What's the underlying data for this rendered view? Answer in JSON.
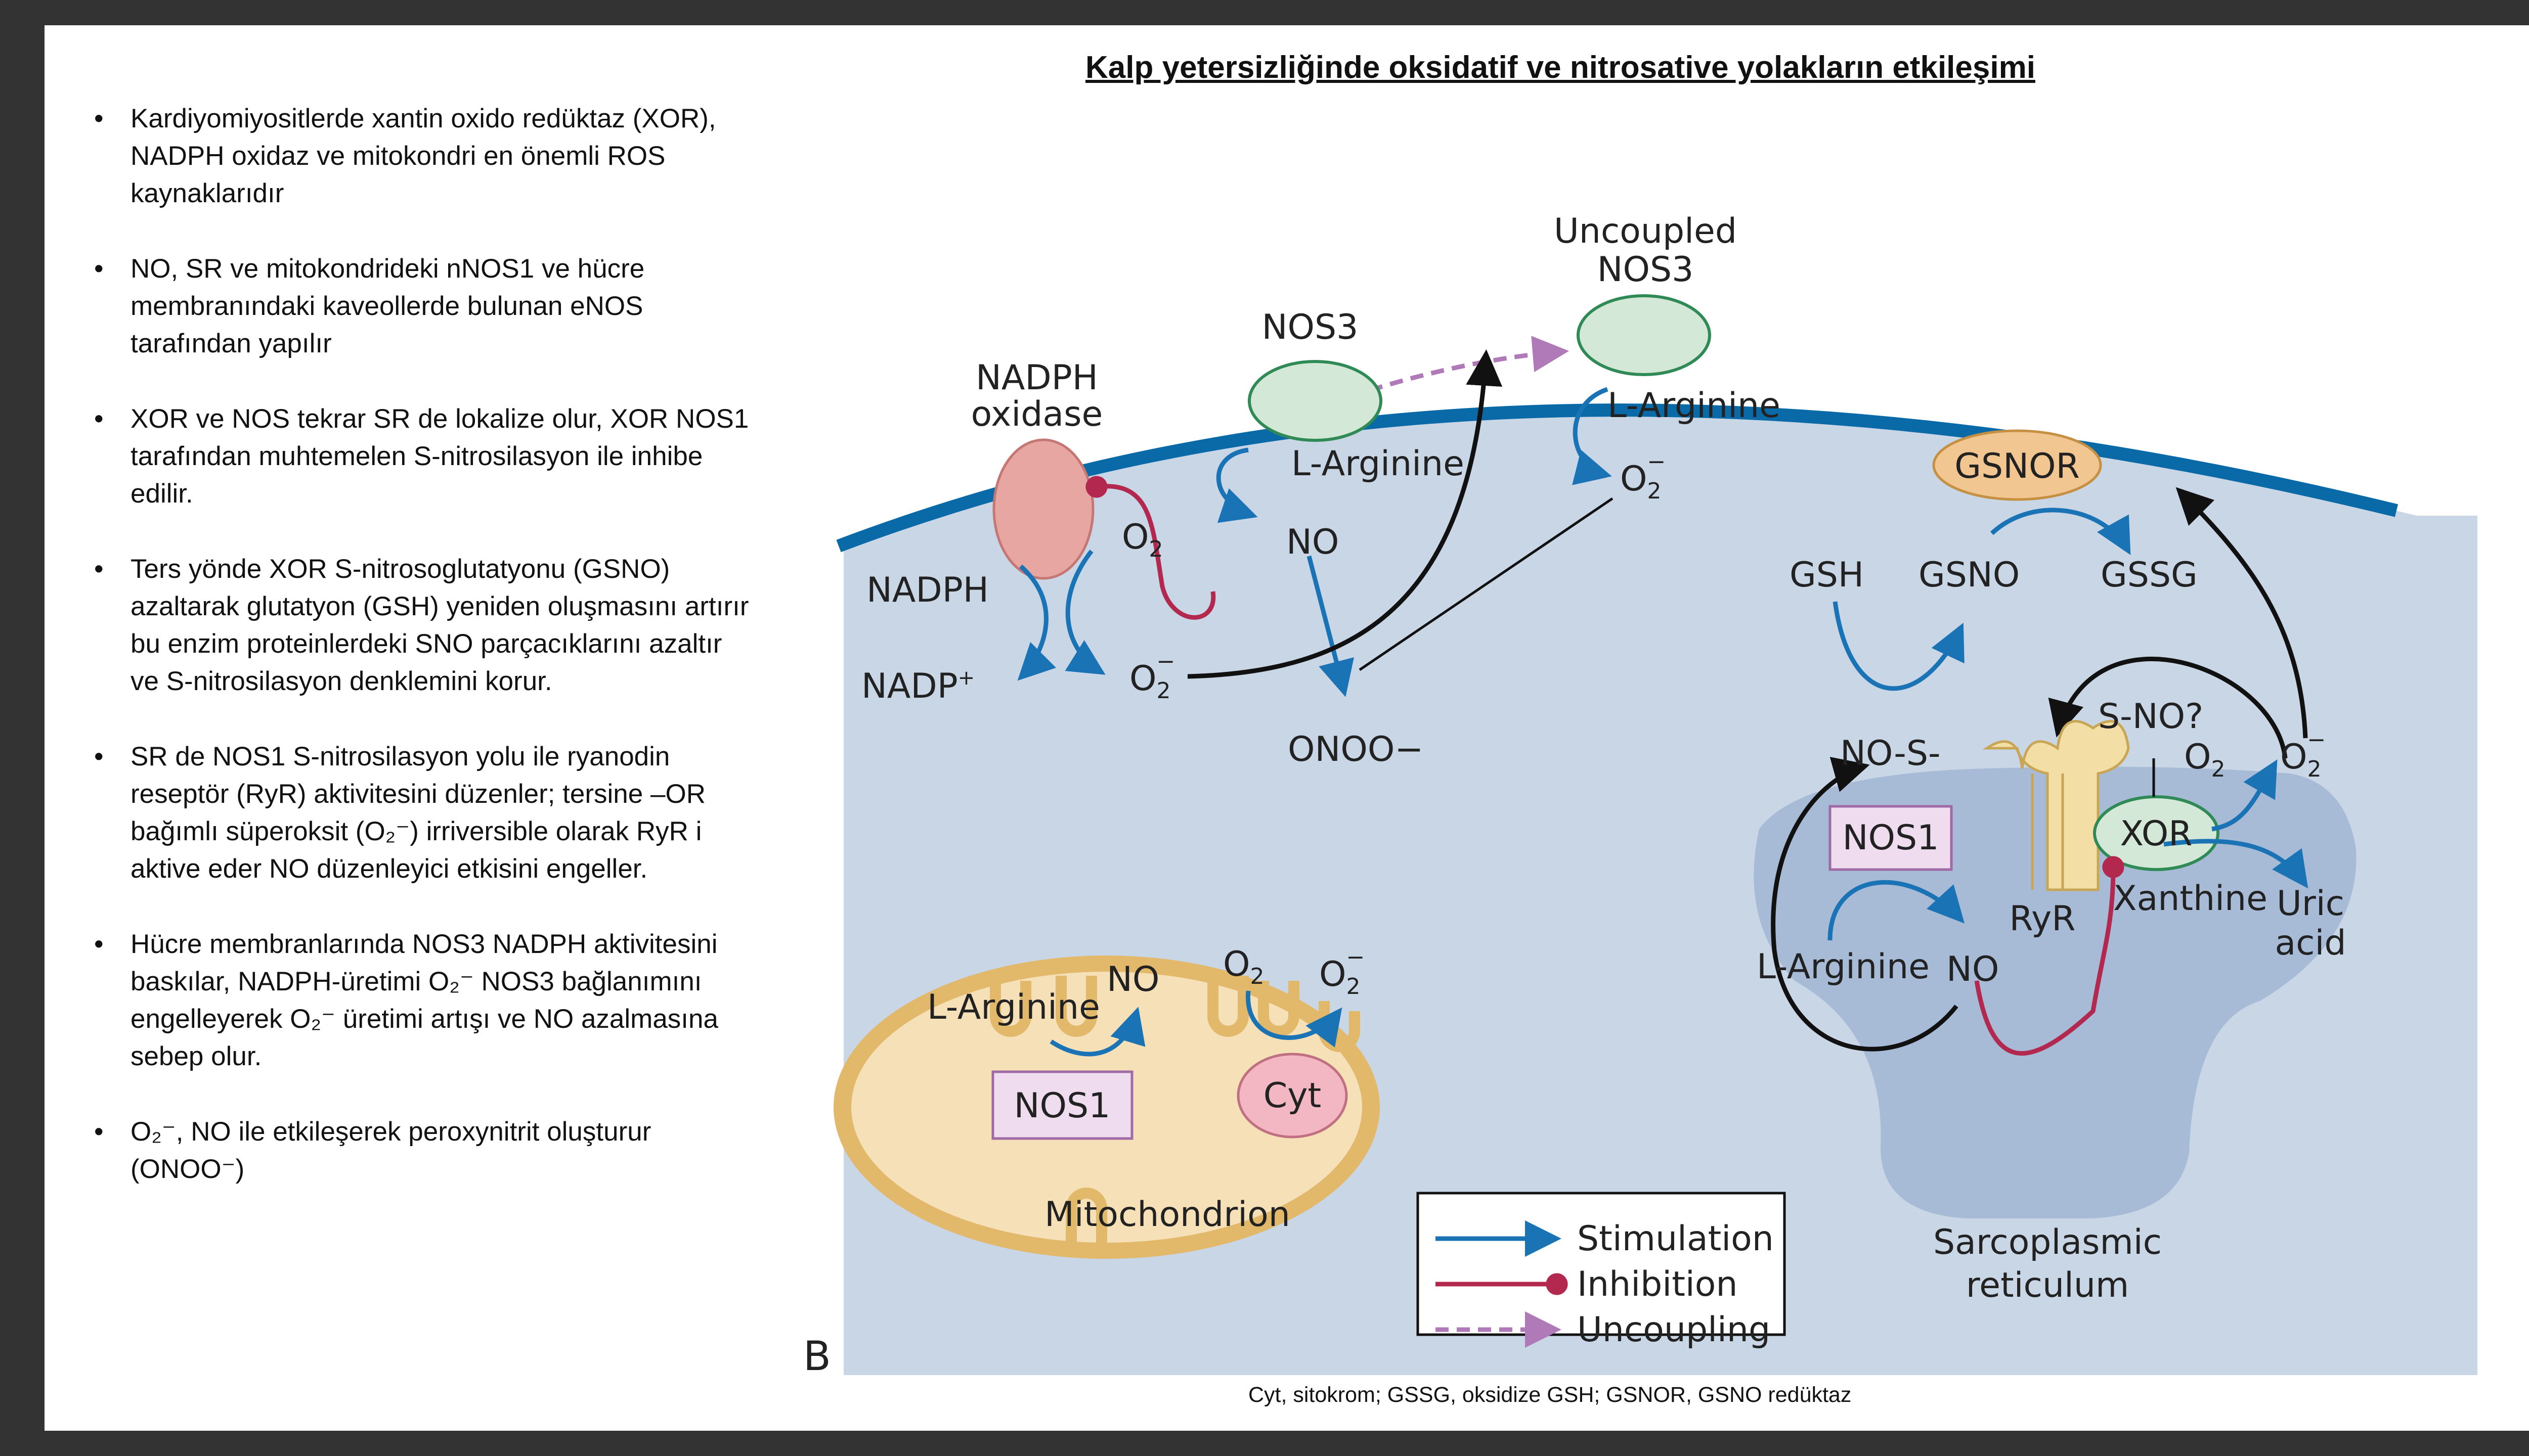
{
  "slide": {
    "title": "Kalp yetersizliğinde oksidatif ve nitrosative yolakların etkileşimi",
    "bullets": [
      "Kardiyomiyositlerde xantin oxido redüktaz (XOR), NADPH oxidaz ve mitokondri en önemli ROS kaynaklarıdır",
      "NO, SR ve mitokondrideki nNOS1 ve hücre membranındaki kaveollerde bulunan eNOS tarafından yapılır",
      "XOR ve NOS  tekrar SR de lokalize olur, XOR NOS1 tarafından muhtemelen S-nitrosilasyon ile inhibe edilir.",
      "Ters yönde XOR S-nitrosoglutatyonu (GSNO) azaltarak glutatyon (GSH) yeniden oluşmasını artırır bu enzim proteinlerdeki SNO parçacıklarını azaltır ve S-nitrosilasyon denklemini korur.",
      "SR de NOS1 S-nitrosilasyon yolu ile ryanodin reseptör (RyR) aktivitesini düzenler; tersine –OR bağımlı süperoksit (O₂⁻) irriversible olarak RyR i aktive eder NO düzenleyici etkisini engeller.",
      "Hücre membranlarında NOS3 NADPH aktivitesini baskılar, NADPH-üretimi O₂⁻ NOS3 bağlanımını engelleyerek O₂⁻ üretimi artışı ve NO azalmasına sebep olur.",
      "O₂⁻, NO ile etkileşerek peroxynitrit oluşturur (ONOO⁻)"
    ],
    "caption": "Cyt, sitokrom; GSSG, oksidize GSH; GSNOR, GSNO redüktaz"
  },
  "diagram": {
    "panel_letter": "B",
    "colors": {
      "cell": "#c9d6e6",
      "membrane": "#0a6aa8",
      "stimulation": "#1a73b5",
      "inhibition": "#b3284e",
      "uncoupling": "#b07ab8",
      "nos_enzyme": "#d4e8d8",
      "nadph_oxidase": "#e8a6a3",
      "gsnor": "#f1c690",
      "mitochondrion": "#f5e0b8",
      "sr": "#a7bad6",
      "ryr": "#f3dfa6"
    },
    "membrane": {
      "nadph_oxidase": [
        "NADPH",
        "oxidase"
      ],
      "nos3": "NOS3",
      "uncoupled_nos3": [
        "Uncoupled",
        "NOS3"
      ],
      "nadph": "NADPH",
      "nadp": "NADP",
      "nadp_sup": "+",
      "o2": "O",
      "o2_sub": "2",
      "o2_minus": "O",
      "o2_minus_sup": "−",
      "no": "NO",
      "l_arginine": "L-Arginine",
      "l_arginine_2": "L-Arginine",
      "o2_minus_2": "O",
      "onoo": "ONOO−"
    },
    "glutathione": {
      "gsnor": "GSNOR",
      "gsh": "GSH",
      "gsno": "GSNO",
      "gssg": "GSSG",
      "no_s": "NO-S-",
      "s_no": "S-NO?"
    },
    "sr": {
      "nos1": "NOS1",
      "l_arginine": "L-Arginine",
      "no": "NO",
      "ryr": "RyR",
      "xor": "XOR",
      "xanthine": "Xanthine",
      "o2": "O",
      "o2_minus": "O",
      "uric_acid": [
        "Uric",
        "acid"
      ],
      "label": [
        "Sarcoplasmic",
        "reticulum"
      ]
    },
    "mitochondrion": {
      "l_arginine": "L-Arginine",
      "no": "NO",
      "o2": "O",
      "o2_minus": "O",
      "nos1": "NOS1",
      "cyt": "Cyt",
      "label": "Mitochondrion"
    },
    "legend": {
      "stimulation": "Stimulation",
      "inhibition": "Inhibition",
      "uncoupling": "Uncoupling"
    }
  }
}
